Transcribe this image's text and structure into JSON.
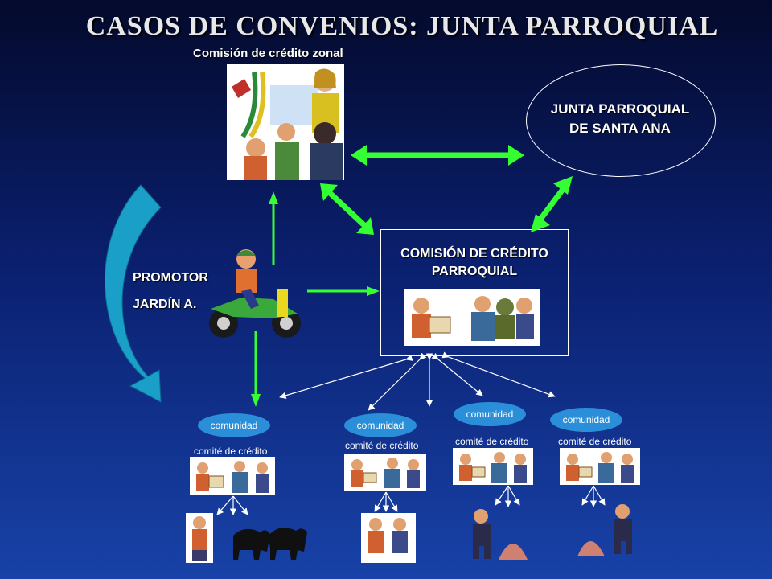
{
  "title": "CASOS DE CONVENIOS: JUNTA PARROQUIAL",
  "zonal": {
    "label": "Comisión de crédito zonal"
  },
  "junta": {
    "line1": "JUNTA PARROQUIAL",
    "line2": "DE SANTA ANA"
  },
  "parroquial": {
    "line1": "COMISIÓN DE CRÉDITO",
    "line2": "PARROQUIAL"
  },
  "promotor": {
    "line1": "PROMOTOR",
    "line2": "JARDÍN A."
  },
  "communities": [
    {
      "label": "comunidad",
      "comite": "comité de crédito"
    },
    {
      "label": "comunidad",
      "comite": "comité de crédito"
    },
    {
      "label": "comunidad",
      "comite": "comité de crédito"
    },
    {
      "label": "comunidad",
      "comite": "comité de crédito"
    }
  ],
  "colors": {
    "arrow_green": "#33ff33",
    "thin_arrow": "#ffffff",
    "pill": "#2a8fd8",
    "cycle_arrow": "#1aa0c8"
  }
}
